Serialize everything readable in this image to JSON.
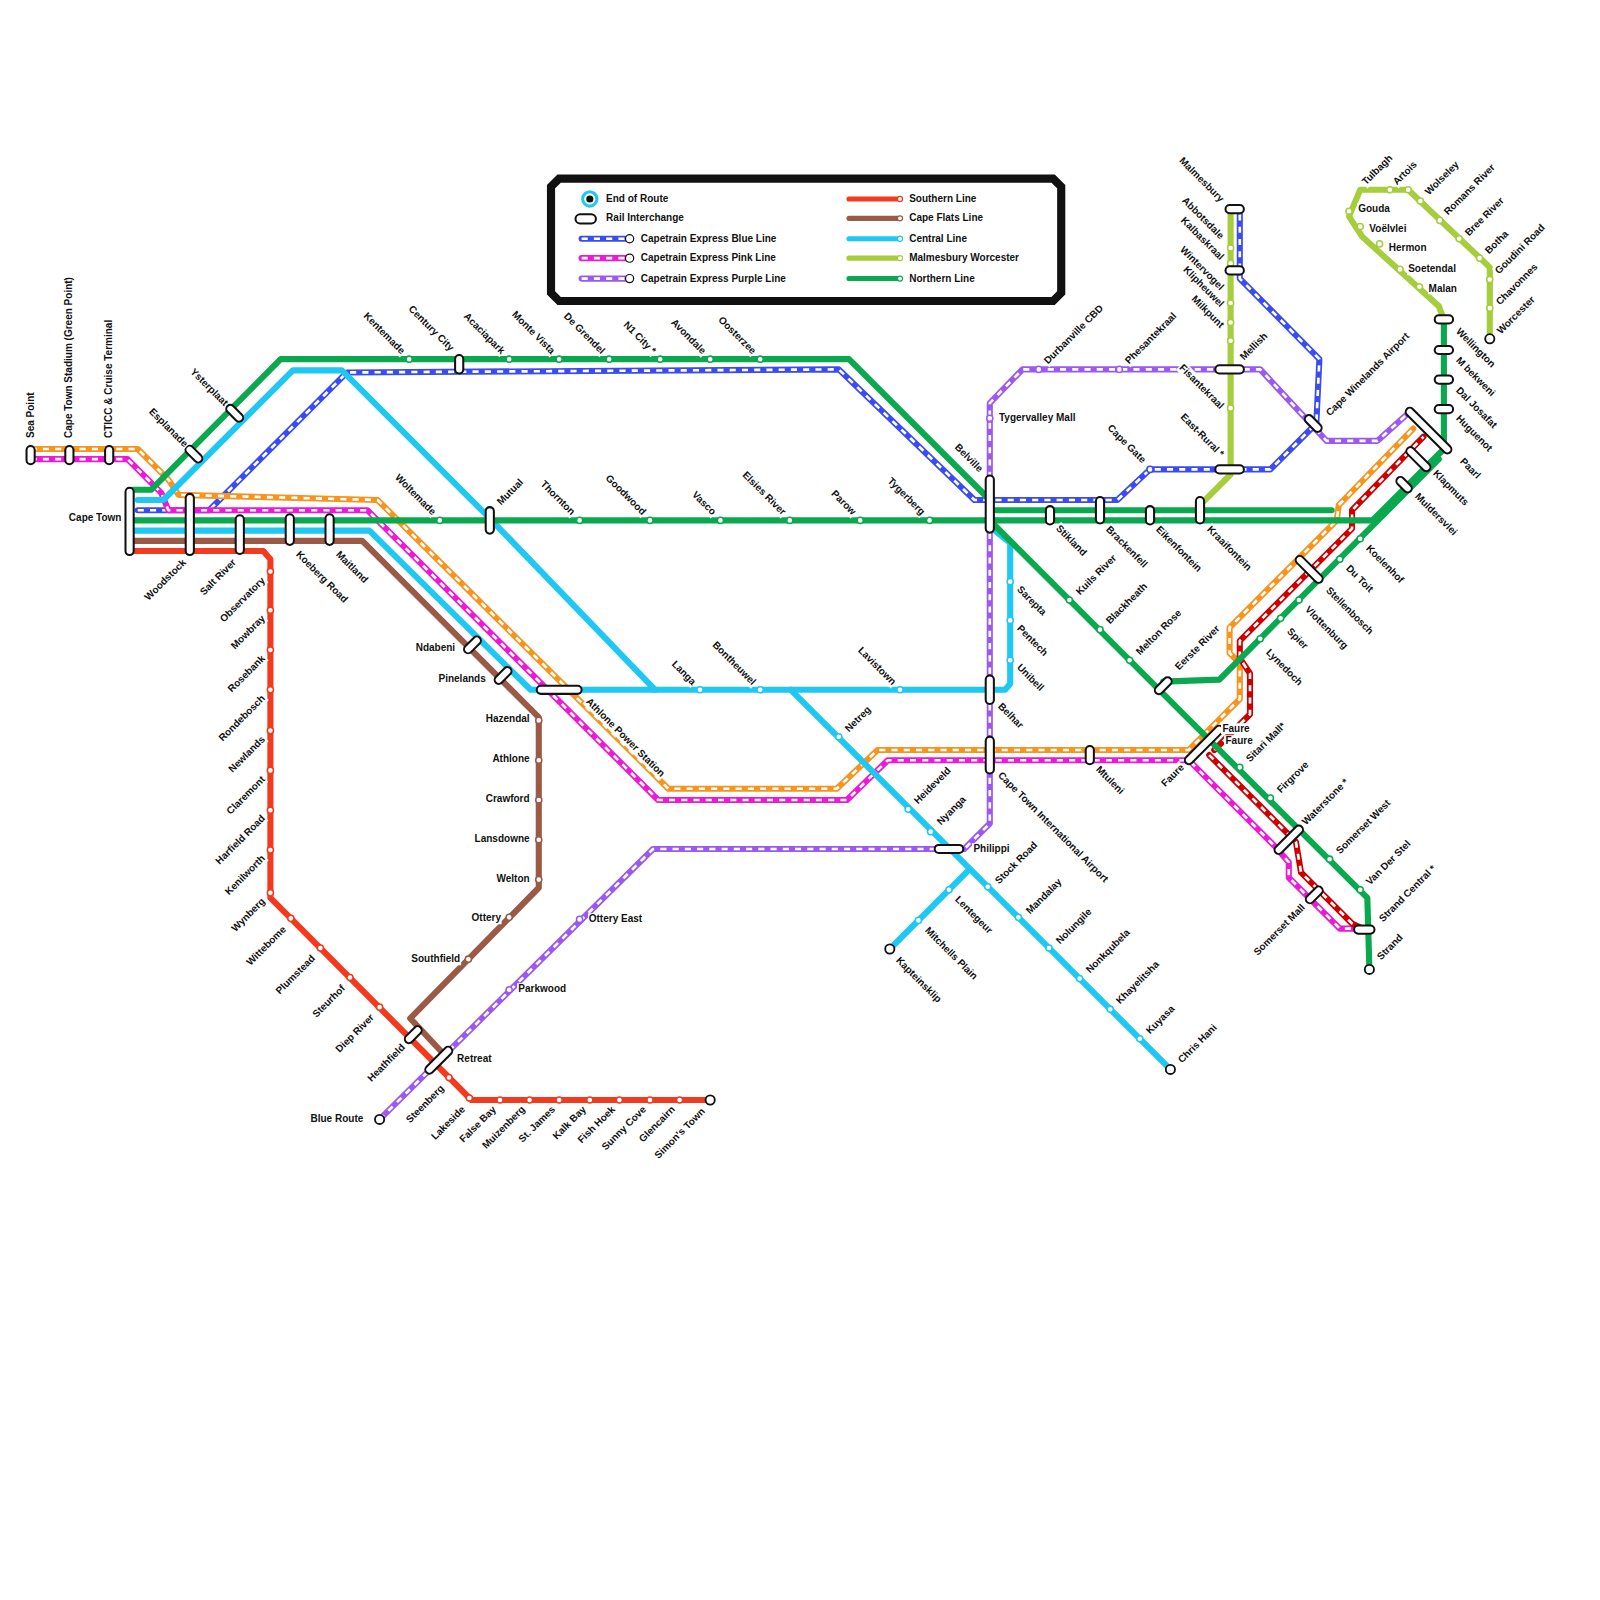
{
  "diagram": {
    "labels": [
      "Sea Point",
      "Cape Town Stadium (Green Point)",
      "CTICC & Cruise Terminal",
      "Esplanade",
      "Ysterplaat",
      "Cape Town",
      "Woodstock",
      "Salt River",
      "Observatory",
      "Mowbray",
      "Rosebank",
      "Rondebosch",
      "Newlands",
      "Claremont",
      "Harfield Road",
      "Kenilworth",
      "Wynberg",
      "Wittebome",
      "Plumstead",
      "Steurhof",
      "Diep River",
      "Heathfield",
      "Steenberg",
      "Lakeside",
      "False Bay",
      "Muizenberg",
      "St. James",
      "Kalk Bay",
      "Fish Hoek",
      "Sunny Cove",
      "Glencairn",
      "Simon's Town",
      "Koeberg Road",
      "Maitland",
      "Retreat",
      "Ndabeni",
      "Pinelands",
      "Hazendal",
      "Athlone",
      "Crawford",
      "Lansdowne",
      "Welton",
      "Ottery",
      "Southfield",
      "Parkwood",
      "Ottery East",
      "Blue Route",
      "Kentemade",
      "Century City",
      "Acaciapark",
      "Monte Vista",
      "De Grendel",
      "N1 City *",
      "Avondale",
      "Oosterzee",
      "Woltemade",
      "Mutual",
      "Thornton",
      "Goodwood",
      "Vasco",
      "Elsies River",
      "Parow",
      "Tygerberg",
      "Belville",
      "Athlone Power Station",
      "Langa",
      "Bontheuwel",
      "Lavistown",
      "Netreg",
      "Heideveld",
      "Nyanga",
      "Philippi",
      "Stock Road",
      "Mandalay",
      "Nolungile",
      "Nonkqubela",
      "Khayelitsha",
      "Kuyasa",
      "Chris Hani",
      "Lentegeur",
      "Mitchells Plain",
      "Kapteinsklip",
      "Sarepta",
      "Pentech",
      "Unibell",
      "Belhar",
      "Cape Town International Airport",
      "Tygervalley Mall",
      "Durbanville CBD",
      "Phesantekraal",
      "Mtuleni",
      "Faure",
      "Faure",
      "Faure",
      "Stikland",
      "Kuils River",
      "Blackheath",
      "Melton Rose",
      "Brackenfell",
      "Eikenfontein",
      "Kraaifontein",
      "Eerste River",
      "Sitari Mall*",
      "Firgrove",
      "Waterstone *",
      "Somerset West",
      "Van Der Stel",
      "Strand Central *",
      "Strand",
      "Somerset Mall",
      "Lynedoch",
      "Spier",
      "Vlottenburg",
      "Stellenbosch",
      "Du Toit",
      "Koelenhof",
      "Muldersvlei",
      "Klapmuts",
      "Paarl",
      "Huguenot",
      "Dal Josafat",
      "M bekweni",
      "Wellington",
      "Cape Winelands Airport",
      "Cape Gate",
      "Malmesbury",
      "Abbotsdale",
      "Kalbaskraal",
      "Wintervogel",
      "Klipheuwel",
      "Milkpunt",
      "Fisantekraal",
      "East-Rural *",
      "Mellish",
      "Tulbagh",
      "Artois",
      "Wolseley",
      "Romans River",
      "Bree River",
      "Botha",
      "Goudini Road",
      "Chavonnes",
      "Worcester",
      "Gouda",
      "Voëlvlei",
      "Hermon",
      "Soetendal",
      "Malan"
    ],
    "legend": [
      {
        "text": "End of Route"
      },
      {
        "text": "Rail Interchange"
      },
      {
        "text": "Capetrain Express Blue Line"
      },
      {
        "text": "Capetrain Express Pink Line"
      },
      {
        "text": "Capetrain Express Purple Line"
      },
      {
        "text": "Southern Line"
      },
      {
        "text": "Cape Flats Line"
      },
      {
        "text": "Central Line"
      },
      {
        "text": "Malmesbury Worcester"
      },
      {
        "text": "Northern Line"
      }
    ]
  }
}
